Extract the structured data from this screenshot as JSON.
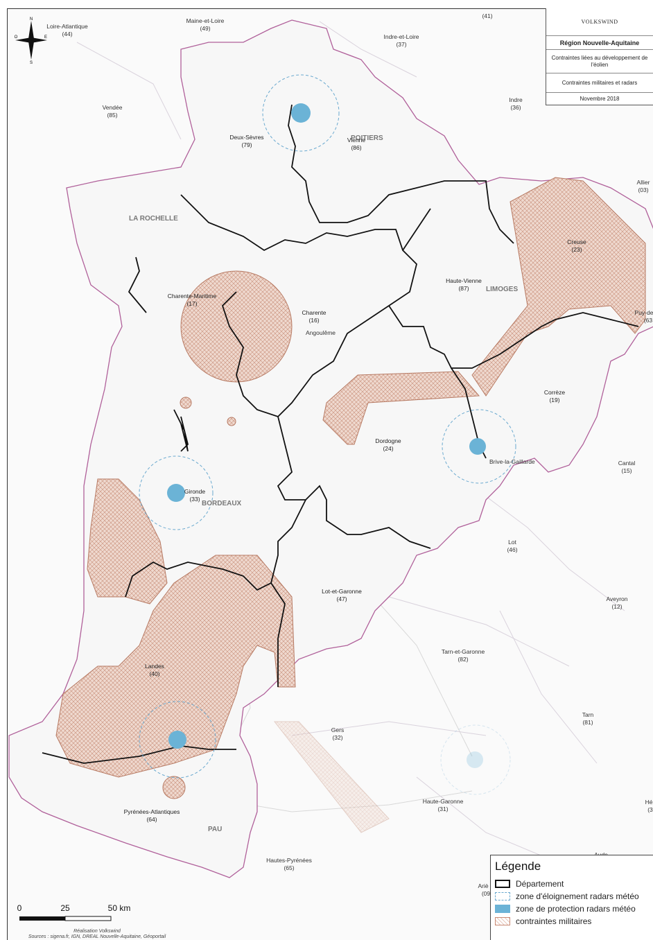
{
  "title_block": {
    "brand": "VOLKSWIND",
    "region": "Région Nouvelle-Aquitaine",
    "subject": "Contraintes liées au développement de l'éolien",
    "constraint_type": "Contraintes militaires et radars",
    "date": "Novembre 2018"
  },
  "departments_in": [
    {
      "name": "Deux-Sèvres",
      "code": "(79)"
    },
    {
      "name": "Vienne",
      "code": "(86)"
    },
    {
      "name": "Charente-Maritime",
      "code": "(17)"
    },
    {
      "name": "Charente",
      "code": "(16)"
    },
    {
      "name": "Haute-Vienne",
      "code": "(87)"
    },
    {
      "name": "Creuse",
      "code": "(23)"
    },
    {
      "name": "Corrèze",
      "code": "(19)"
    },
    {
      "name": "Dordogne",
      "code": "(24)"
    },
    {
      "name": "Gironde",
      "code": "(33)"
    },
    {
      "name": "Lot-et-Garonne",
      "code": "(47)"
    },
    {
      "name": "Landes",
      "code": "(40)"
    },
    {
      "name": "Pyrénées-Atlantiques",
      "code": "(64)"
    }
  ],
  "departments_out": [
    {
      "name": "Loire-Atlantique",
      "code": "(44)"
    },
    {
      "name": "Maine-et-Loire",
      "code": "(49)"
    },
    {
      "name": "Indre-et-Loire",
      "code": "(37)"
    },
    {
      "name": "",
      "code": "(41)"
    },
    {
      "name": "Vendée",
      "code": "(85)"
    },
    {
      "name": "Indre",
      "code": "(36)"
    },
    {
      "name": "Allier",
      "code": "(03)"
    },
    {
      "name": "Puy-de",
      "code": "(63"
    },
    {
      "name": "Cantal",
      "code": "(15)"
    },
    {
      "name": "Lot",
      "code": "(46)"
    },
    {
      "name": "Aveyron",
      "code": "(12)"
    },
    {
      "name": "Tarn-et-Garonne",
      "code": "(82)"
    },
    {
      "name": "Tarn",
      "code": "(81)"
    },
    {
      "name": "Gers",
      "code": "(32)"
    },
    {
      "name": "Haute-Garonne",
      "code": "(31)"
    },
    {
      "name": "Hautes-Pyrénées",
      "code": "(65)"
    },
    {
      "name": "Ariè",
      "code": "(09"
    },
    {
      "name": "Hé",
      "code": "(3"
    },
    {
      "name": "Aude",
      "code": ""
    }
  ],
  "cities": [
    "POITIERS",
    "LA ROCHELLE",
    "LIMOGES",
    "BORDEAUX",
    "PAU",
    "Angoulême",
    "Brive-la-Gaillarde"
  ],
  "compass": {
    "n": "N",
    "s": "S",
    "e": "E",
    "o": "O"
  },
  "scale": {
    "ticks": [
      "0",
      "25",
      "50 km"
    ]
  },
  "credits": {
    "line1": "Réalisation Volkswind",
    "line2": "Sources : sigena.fr, IGN, DREAL Nouvelle-Aquitaine, Géoportail"
  },
  "legend": {
    "title": "Légende",
    "items": [
      {
        "label": "Département",
        "icon": "department-swatch"
      },
      {
        "label": "zone d'éloignement radars météo",
        "icon": "dashed-circle-swatch"
      },
      {
        "label": "zone de protection radars météo",
        "icon": "blue-fill-swatch"
      },
      {
        "label": "contraintes militaires",
        "icon": "hatch-swatch"
      }
    ]
  },
  "colors": {
    "region_border": "#b0609a",
    "department_border": "#111111",
    "military_fill": "#e9cabd",
    "military_stroke": "#b77a63",
    "radar_protection": "#6bb3d6",
    "radar_buffer": "#6aa9cf",
    "brand": "#3d7fa8"
  }
}
